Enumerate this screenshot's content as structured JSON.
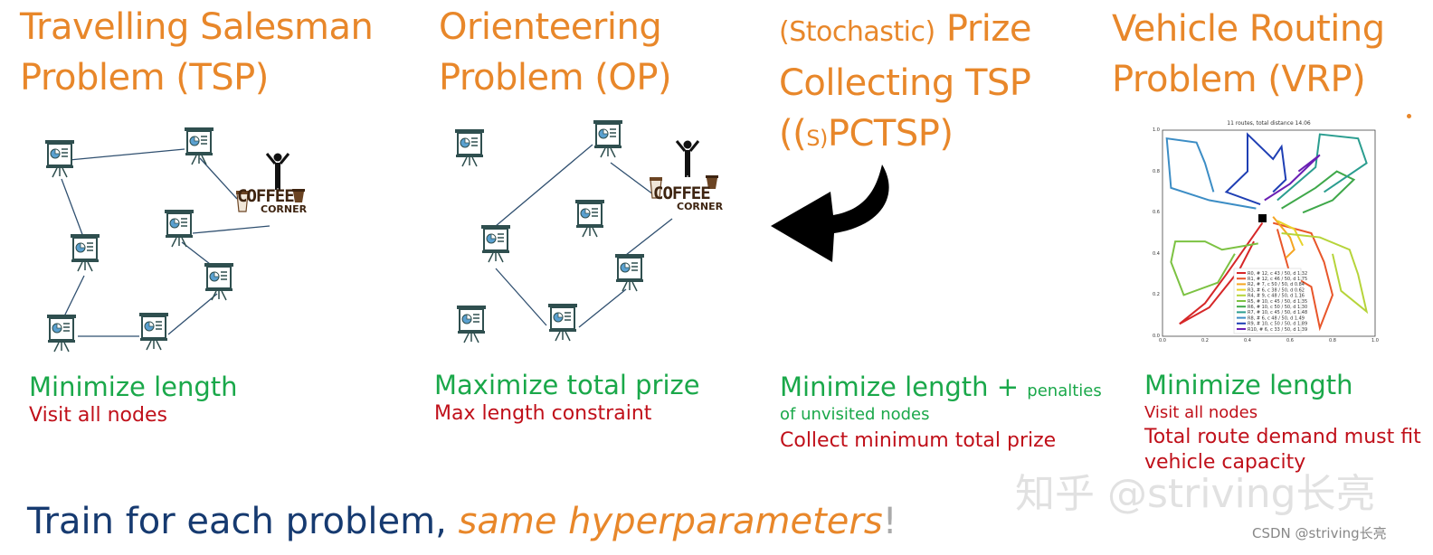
{
  "panels": {
    "tsp": {
      "title_line1": "Travelling Salesman",
      "title_line2": "Problem (TSP)",
      "objective": "Minimize length",
      "constraint": "Visit all nodes"
    },
    "op": {
      "title_line1": "Orienteering",
      "title_line2": "Problem (OP)",
      "objective": "Maximize total prize",
      "constraint": "Max length constraint"
    },
    "pctsp": {
      "title_prefix": "(Stochastic)",
      "title_line1_rest": "Prize",
      "title_line2": "Collecting TSP",
      "title_line3_open": "((",
      "title_line3_s": "S)",
      "title_line3_rest": "PCTSP)",
      "objective": "Minimize length +",
      "objective_small1": "penalties",
      "objective_small2": "of unvisited nodes",
      "constraint": "Collect minimum total prize"
    },
    "vrp": {
      "title_line1": "Vehicle Routing",
      "title_line2": "Problem (VRP)",
      "objective": "Minimize length",
      "constraint1": "Visit all nodes",
      "constraint2": "Total route demand must fit",
      "constraint3": "vehicle capacity",
      "plot_title": "11 routes, total distance 14.06",
      "ticks_y": [
        "1.0",
        "0.8",
        "0.6",
        "0.4",
        "0.2",
        "0.0"
      ],
      "ticks_x": [
        "0.0",
        "0.2",
        "0.4",
        "0.6",
        "0.8",
        "1.0"
      ],
      "legend": [
        {
          "label": "R0, # 12, c 43 / 50, d 1.32",
          "color": "#d62728"
        },
        {
          "label": "R1, # 12, c 46 / 50, d 1.75",
          "color": "#e8562a"
        },
        {
          "label": "R2, # 7, c 50 / 50, d 0.84",
          "color": "#f5a623"
        },
        {
          "label": "R3, # 6, c 38 / 50, d 0.62",
          "color": "#e8d32a"
        },
        {
          "label": "R4, # 9, c 48 / 50, d 1.16",
          "color": "#b6d43a"
        },
        {
          "label": "R5, # 10, c 45 / 50, d 1.35",
          "color": "#7cc242"
        },
        {
          "label": "R6, # 10, c 50 / 50, d 1.30",
          "color": "#3fa84a"
        },
        {
          "label": "R7, # 10, c 45 / 50, d 1.48",
          "color": "#2a9d8f"
        },
        {
          "label": "R8, # 6, c 48 / 50, d 1.49",
          "color": "#3c8dc5"
        },
        {
          "label": "R9, # 10, c 50 / 50, d 1.89",
          "color": "#1f3fb4"
        },
        {
          "label": "R10, # 6, c 33 / 50, d 1.39",
          "color": "#6a1fb4"
        }
      ]
    }
  },
  "coffee": {
    "line1": "COFFEE",
    "line2": "CORNER"
  },
  "bottom": {
    "prefix": "Train for each problem,",
    "emph": "same hyperparameters",
    "suffix": "!"
  },
  "watermark": {
    "text": "知乎 @striving长亮",
    "csdn": "CSDN @striving长亮"
  },
  "colors": {
    "title": "#e8872a",
    "objective": "#1aa84a",
    "constraint": "#c0101a",
    "bottom": "#163a70"
  }
}
